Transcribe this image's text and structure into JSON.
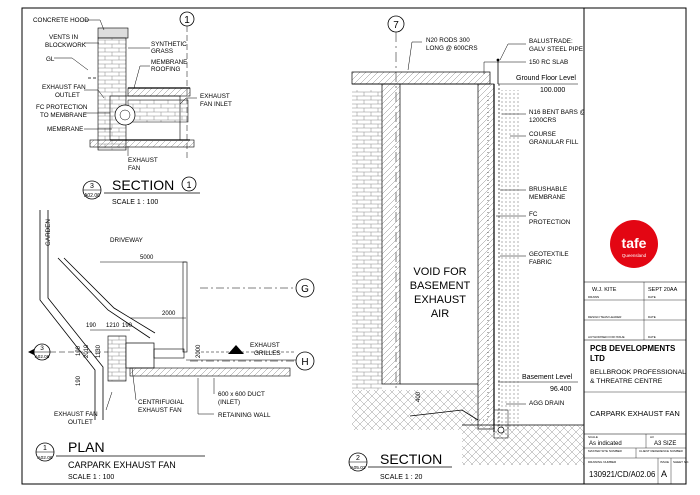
{
  "section1": {
    "callout": "1",
    "labels": {
      "concrete_hood": "CONCRETE HOOD",
      "vents": [
        "VENTS IN",
        "BLOCKWORK"
      ],
      "gl": "GL",
      "synthetic_grass": [
        "SYNTHETIC",
        "GRASS"
      ],
      "membrane_roofing": [
        "MEMBRANE",
        "ROOFING"
      ],
      "exhaust_fan_outlet": [
        "EXHAUST FAN",
        "OUTLET"
      ],
      "exhaust_fan_inlet": [
        "EXHAUST",
        "FAN INLET"
      ],
      "fc_protection": [
        "FC PROTECTION",
        "TO MEMBRANE"
      ],
      "membrane": "MEMBRANE",
      "exhaust_fan": [
        "EXHAUST",
        "FAN"
      ]
    },
    "title": "SECTION",
    "title_ref": "1",
    "sheet_num": "3",
    "sheet_ref": "A02.06",
    "scale": "SCALE  1 : 100"
  },
  "plan": {
    "garden": "GARDEN",
    "driveway": "DRIVEWAY",
    "dims": {
      "d5000": "5000",
      "d2000a": "2000",
      "d1210": "1210",
      "d190a": "190",
      "d190b": "190",
      "d2010": "2010",
      "d1130": "1130",
      "d190c": "190",
      "d2000b": "2000"
    },
    "grid_g": "G",
    "grid_h": "H",
    "section_mark_num": "3",
    "section_mark_ref": "A02.06",
    "labels": {
      "exhaust_grilles": [
        "EXHAUST",
        "GRILLES"
      ],
      "duct": [
        "600 x 600 DUCT",
        "(INLET)"
      ],
      "retaining_wall": "RETAINING WALL",
      "centrifugial": [
        "CENTRIFUGIAL",
        "EXHAUST FAN"
      ],
      "exhaust_fan_outlet": [
        "EXHAUST FAN",
        "OUTLET"
      ]
    },
    "title": "PLAN",
    "subtitle": "CARPARK EXHAUST FAN",
    "num": "1",
    "ref": "A02.06",
    "scale": "SCALE   1 : 100"
  },
  "section2": {
    "grid_7": "7",
    "labels": {
      "n20_rods": [
        "N20 RODS 300",
        "LONG @ 600CRS"
      ],
      "balustrade": [
        "BALUSTRADE:",
        "GALV STEEL PIPE"
      ],
      "slab": "150 RC SLAB",
      "gfl": "Ground Floor Level",
      "gfl_value": "100.000",
      "n16": [
        "N16 BENT BARS @",
        "1200CRS"
      ],
      "course": [
        "COURSE",
        "GRANULAR FILL"
      ],
      "brushable": [
        "BRUSHABLE",
        "MEMBRANE"
      ],
      "fc": [
        "FC",
        "PROTECTION"
      ],
      "geotextile": [
        "GEOTEXTILE",
        "FABRIC"
      ],
      "void": [
        "VOID FOR",
        "BASEMENT",
        "EXHAUST",
        "AIR"
      ],
      "bl": "Basement Level",
      "bl_value": "96.400",
      "agg": "AGG DRAIN",
      "d400": "400"
    },
    "title": "SECTION",
    "num": "2",
    "ref": "A05.02",
    "scale": "SCALE   1 : 20"
  },
  "title_block": {
    "logo": "tafe",
    "logo_sub": "Queensland",
    "drawn_name": "W.J. KITE",
    "drawn_date": "SEPT 20AA",
    "drawn_label": "DRAWN",
    "date_label": "DATE",
    "team_leader_label": "DESIGN TEAM LEADER",
    "date_label2": "DATE",
    "authorised_label": "AUTHORISED FOR ISSUE",
    "date_label3": "DATE",
    "company": [
      "PCB DEVELOPMENTS",
      "LTD"
    ],
    "project": [
      "BELLBROOK PROFESSIONAL",
      "& THREATRE CENTRE"
    ],
    "drawing_title": "CARPARK EXHAUST FAN",
    "scale_label": "SCALE",
    "scale_value": "As indicated",
    "size_label": "A3",
    "size_value": "A3  SIZE",
    "master_label": "MASTER SITE NUMBER",
    "client_label": "CLIENT REFERENCE NUMBER",
    "drawing_no_label": "DRAWING NUMBER",
    "issue_label": "ISSUE",
    "sheet_label": "SHEET NO.",
    "drawing_no": "130921/CD/A02.06",
    "issue": "A"
  },
  "colors": {
    "logo_red": "#e30613",
    "hatch": "#777777"
  }
}
